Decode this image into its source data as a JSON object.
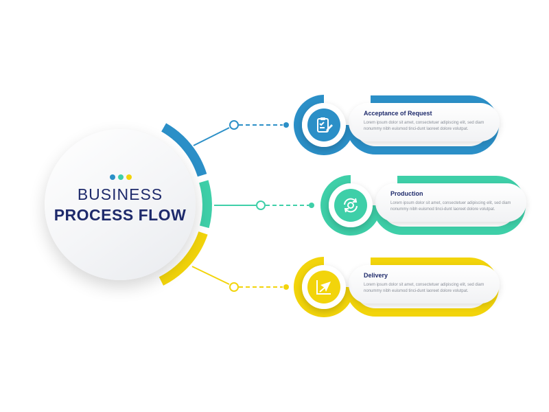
{
  "hub": {
    "title": "BUSINESS",
    "subtitle": "PROCESS FLOW"
  },
  "colors": {
    "blue": "#2b8fc7",
    "teal": "#3ecfa8",
    "yellow": "#f2d40b",
    "navy": "#1e2a6b"
  },
  "steps": [
    {
      "title": "Acceptance of Request",
      "body": "Lorem ipsum dolor sit amet, consectetuer adipiscing elit, sed diam nonummy nibh euismod tinci-dunt laoreet dolore volutpat.",
      "icon": "clipboard-check-icon"
    },
    {
      "title": "Production",
      "body": "Lorem ipsum dolor sit amet, consectetuer adipiscing elit, sed diam nonummy nibh euismod tinci-dunt laoreet dolore volutpat.",
      "icon": "gear-cycle-icon"
    },
    {
      "title": "Delivery",
      "body": "Lorem ipsum dolor sit amet, consectetuer adipiscing elit, sed diam nonummy nibh euismod tinci-dunt laoreet dolore volutpat.",
      "icon": "paper-plane-chart-icon"
    }
  ]
}
